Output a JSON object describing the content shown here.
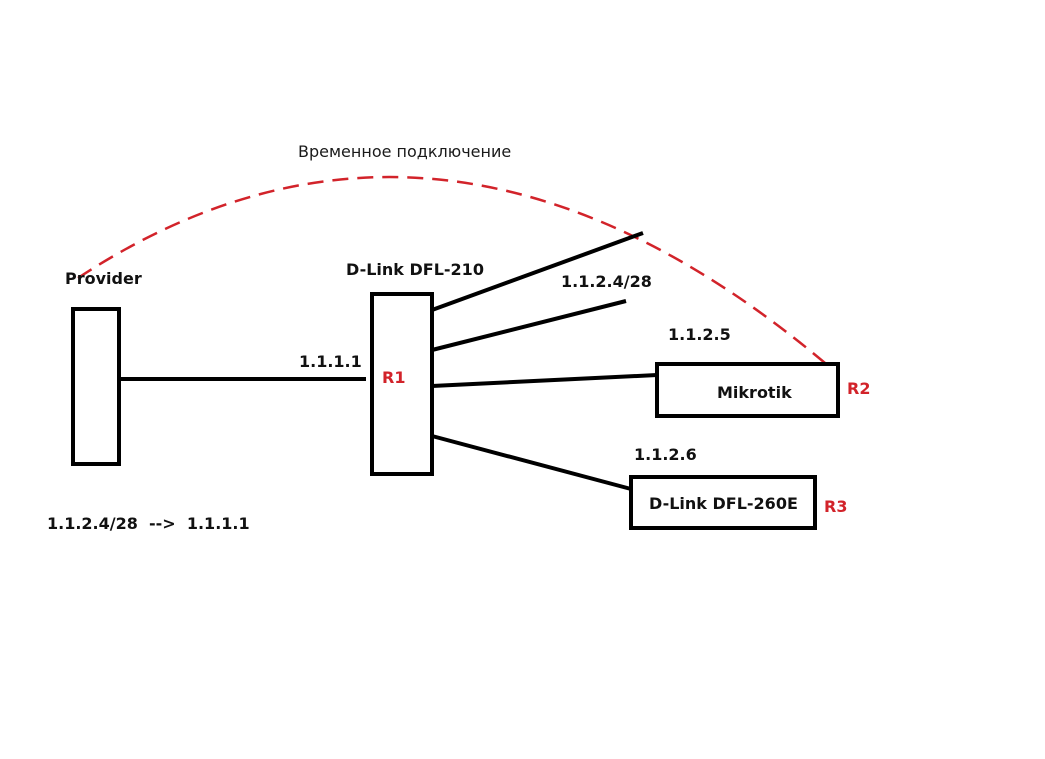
{
  "diagram": {
    "temp_link_label": "Временное подключение",
    "provider": {
      "label": "Provider"
    },
    "r1": {
      "model": "D-Link DFL-210",
      "tag": "R1",
      "wan_ip": "1.1.1.1",
      "lan_subnet": "1.1.2.4/28"
    },
    "r2": {
      "model": "Mikrotik",
      "tag": "R2",
      "ip": "1.1.2.5"
    },
    "r3": {
      "model": "D-Link DFL-260E",
      "tag": "R3",
      "ip": "1.1.2.6"
    },
    "route_note": "1.1.2.4/28  -->  1.1.1.1"
  },
  "colors": {
    "line": "#000000",
    "temp_link": "#d2232a",
    "tag": "#d2232a"
  }
}
